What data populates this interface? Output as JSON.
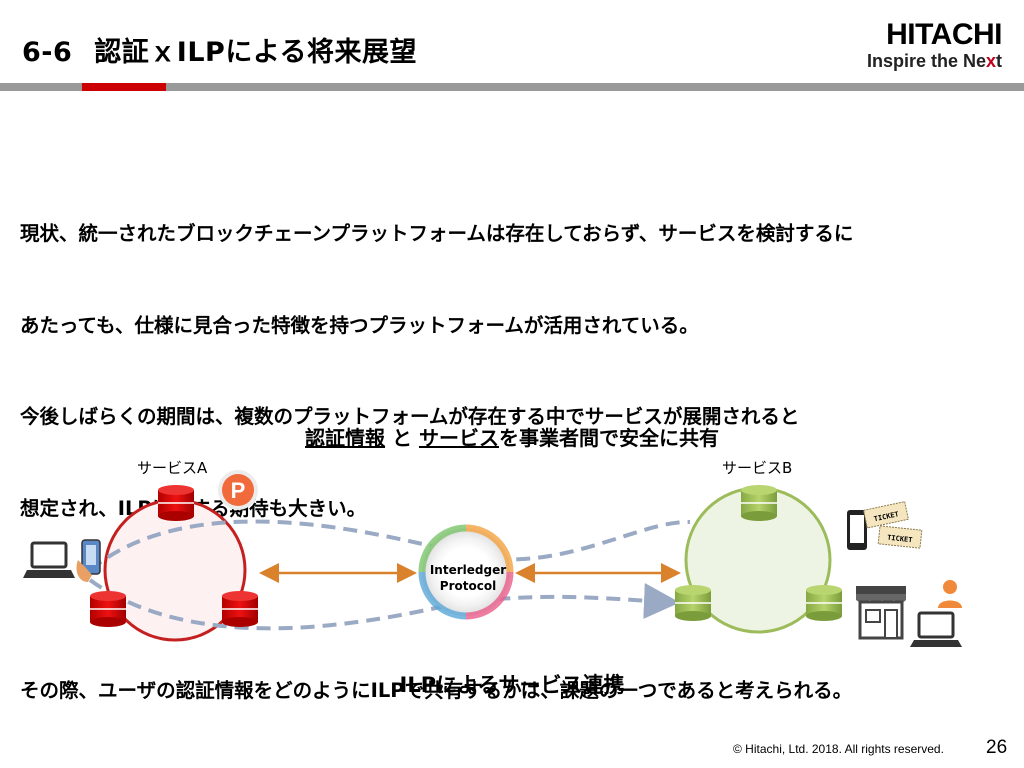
{
  "header": {
    "section_number": "6-6",
    "title": "認証ｘILPによる将来展望",
    "logo_name": "HITACHI",
    "logo_tagline_main": "Inspire the Ne",
    "logo_tagline_x": "x",
    "logo_tagline_end": "t"
  },
  "body_lines": [
    "現状、統一されたブロックチェーンプラットフォームは存在しておらず、サービスを検討するに",
    "あたっても、仕様に見合った特徴を持つプラットフォームが活用されている。",
    "今後しばらくの期間は、複数のプラットフォームが存在する中でサービスが展開されると",
    "想定され、ILPに対する期待も大きい。",
    "",
    "その際、ユーザの認証情報をどのようにILPで共有するかは、課題の一つであると考えられる。"
  ],
  "diagram": {
    "heading_part1": "認証情報",
    "heading_part2": " と ",
    "heading_part3": "サービス",
    "heading_part4": "を事業者間で安全に共有",
    "service_a": "サービスA",
    "service_b": "サービスB",
    "point_badge": "P",
    "ilp_line1": "Interledger",
    "ilp_line2": "Protocol",
    "ticket_text": "TICKET",
    "caption": "ILPによるサービス連携"
  },
  "footer": {
    "copyright": "© Hitachi, Ltd. 2018. All rights reserved.",
    "page_number": "26"
  },
  "colors": {
    "accent_red": "#cc0000",
    "service_b_green": "#8fb34a",
    "arrow_orange": "#d9822b",
    "dashed_blue": "#9aaac4"
  }
}
